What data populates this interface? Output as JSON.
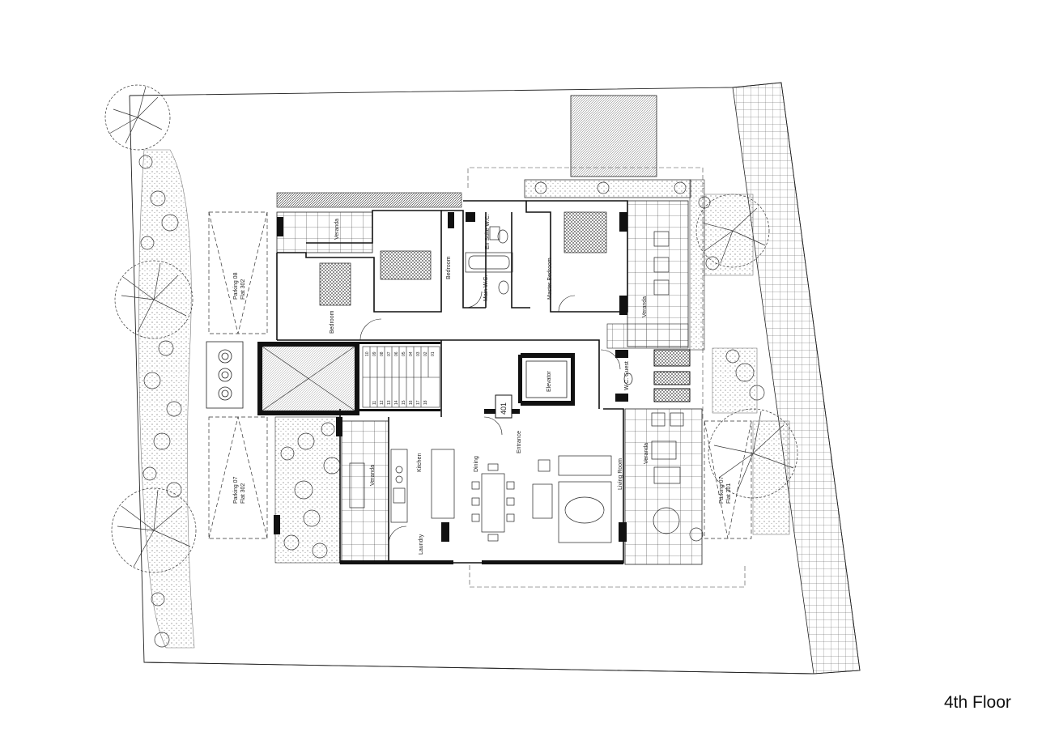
{
  "title": "4th Floor",
  "parking": [
    {
      "line1": "Parking 08",
      "line2": "Flat 302"
    },
    {
      "line1": "Parking 07",
      "line2": "Flat 302"
    },
    {
      "line1": "Parking 07",
      "line2": "Flat 301"
    }
  ],
  "rooms": {
    "veranda_nw": "Veranda",
    "bedroom_1": "Bedroom",
    "bedroom_2": "Bedroom",
    "wc_main": "Main W.C.",
    "wc_ensuite": "En Suite W.C.",
    "master_bedroom": "Master Bedroom",
    "veranda_ne": "Veranda",
    "elevator": "Elevator",
    "wc_guest": "W.C. Guest",
    "flat_no": "401",
    "entrance": "Entrance",
    "veranda_w": "Veranda",
    "kitchen": "Kitchen",
    "dining": "Dining",
    "living_room": "Living Room",
    "veranda_e": "Veranda",
    "laundry": "Laundry"
  },
  "stair_numbers_top": [
    "10",
    "09",
    "08",
    "07",
    "06",
    "05",
    "04",
    "03",
    "02",
    "01"
  ],
  "stair_numbers_bottom": [
    "11",
    "12",
    "13",
    "14",
    "15",
    "16",
    "17",
    "18"
  ],
  "colors": {
    "line": "#1a1a1a",
    "fill_dark": "#111111",
    "greenery": "#555555"
  }
}
